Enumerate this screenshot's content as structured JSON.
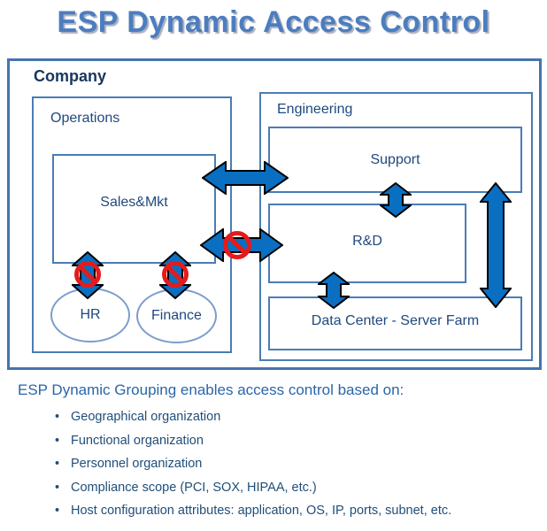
{
  "title": "ESP Dynamic Access Control",
  "diagram": {
    "company_label": "Company",
    "operations_label": "Operations",
    "sales_label": "Sales&Mkt",
    "hr_label": "HR",
    "finance_label": "Finance",
    "engineering_label": "Engineering",
    "support_label": "Support",
    "rnd_label": "R&D",
    "datacenter_label": "Data Center - Server Farm"
  },
  "description": {
    "heading": "ESP Dynamic Grouping enables access control based on:",
    "bullets": [
      "Geographical organization",
      "Functional organization",
      "Personnel organization",
      "Compliance scope (PCI, SOX, HIPAA, etc.)",
      "Host configuration attributes: application, OS, IP, ports, subnet, etc."
    ]
  },
  "colors": {
    "title_blue": "#4c7dbf",
    "border_blue": "#4a7cb5",
    "ellipse_border_blue": "#7c9dcc",
    "label_navy": "#1f497d",
    "arrow_blue": "#0b6fc1",
    "prohibited_red": "#e51b1b"
  }
}
